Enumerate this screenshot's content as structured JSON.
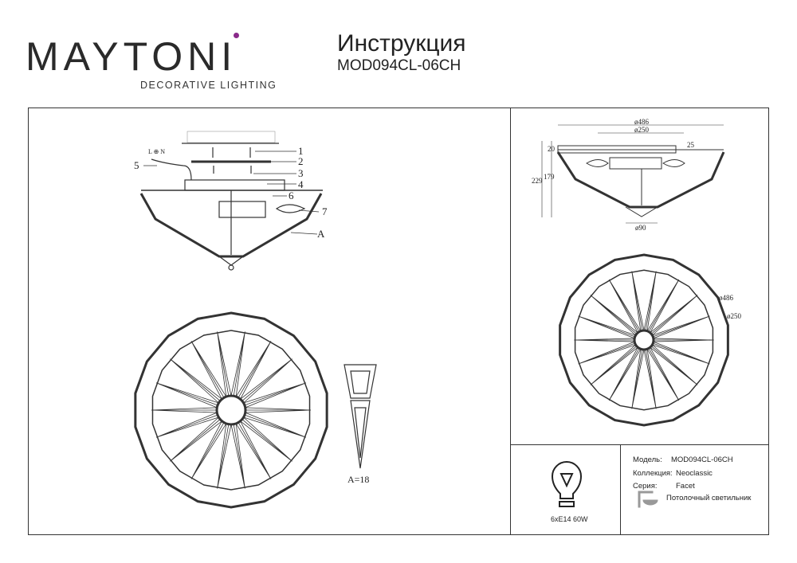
{
  "header": {
    "logo": "MAYTONI",
    "logo_sub": "DECORATIVE LIGHTING",
    "title": "Инструкция",
    "model": "MOD094CL-06CH",
    "accent": "#8a2a8a"
  },
  "assembly": {
    "callouts": [
      "1",
      "2",
      "3",
      "4",
      "5",
      "6",
      "7",
      "A"
    ],
    "wiring": "L ⊕ N",
    "facet_label": "A=18"
  },
  "dimensions": {
    "d486": "ø486",
    "d250": "ø250",
    "d90": "ø90",
    "h25": "25",
    "h20": "20",
    "h179": "179",
    "h229": "229",
    "top_d486": "ø486",
    "top_d250": "ø250"
  },
  "specs": {
    "bulb": "6xE14 60W",
    "model_label": "Модель:",
    "model_value": "MOD094CL-06CH",
    "collection_label": "Коллекция:",
    "collection_value": "Neoclassic",
    "series_label": "Серия:",
    "series_value": "Facet",
    "type": "Потолочный светильник"
  }
}
